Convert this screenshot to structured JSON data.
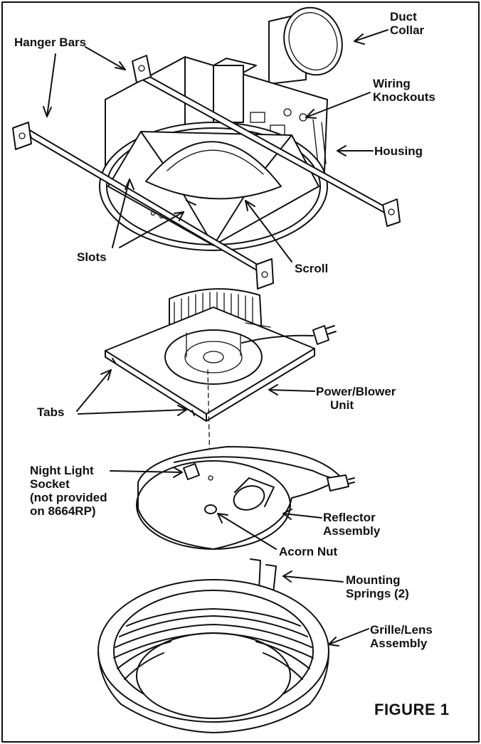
{
  "labels": {
    "duct_collar": [
      "Duct",
      "Collar"
    ],
    "hanger_bars": "Hanger Bars",
    "wiring_knockouts": [
      "Wiring",
      "Knockouts"
    ],
    "housing": "Housing",
    "slots": "Slots",
    "scroll": "Scroll",
    "tabs": "Tabs",
    "power_blower_unit": [
      "Power/Blower",
      "Unit"
    ],
    "night_light_socket": [
      "Night Light",
      "Socket",
      "(not provided",
      "on 8664RP)"
    ],
    "reflector_assembly": [
      "Reflector",
      "Assembly"
    ],
    "acorn_nut": "Acorn Nut",
    "mounting_springs": [
      "Mounting",
      "Springs (2)"
    ],
    "grille_lens_assembly": [
      "Grille/Lens",
      "Assembly"
    ]
  },
  "figure_label": "FIGURE 1",
  "colors": {
    "ink": "#111111",
    "background": "#ffffff"
  }
}
